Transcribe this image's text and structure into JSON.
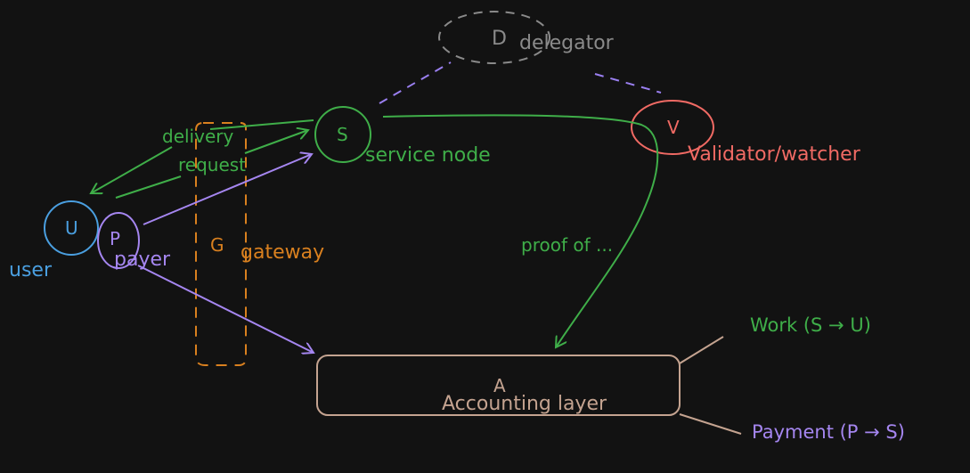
{
  "colors": {
    "background": "#121212",
    "green": "#3fae49",
    "purple": "#a586f0",
    "blue": "#4a9fe0",
    "orange": "#d9801f",
    "red": "#f06a64",
    "gray": "#8a8a8a",
    "tan": "#c4a390",
    "dash_purple": "#9a7ff0"
  },
  "nodes": {
    "delegator": {
      "letter": "D",
      "label": "delegator"
    },
    "service": {
      "letter": "S",
      "label": "service node"
    },
    "validator": {
      "letter": "V",
      "label": "Validator/watcher"
    },
    "user": {
      "letter": "U",
      "label": "user"
    },
    "payer": {
      "letter": "P",
      "label": "payer"
    },
    "gateway": {
      "letter": "G",
      "label": "gateway"
    },
    "accounting": {
      "letter": "A",
      "label": "Accounting layer"
    }
  },
  "edges": {
    "delivery": "delivery",
    "request": "request",
    "proof": "proof of ..."
  },
  "legend": {
    "work": "Work (S → U)",
    "payment": "Payment (P → S)"
  }
}
